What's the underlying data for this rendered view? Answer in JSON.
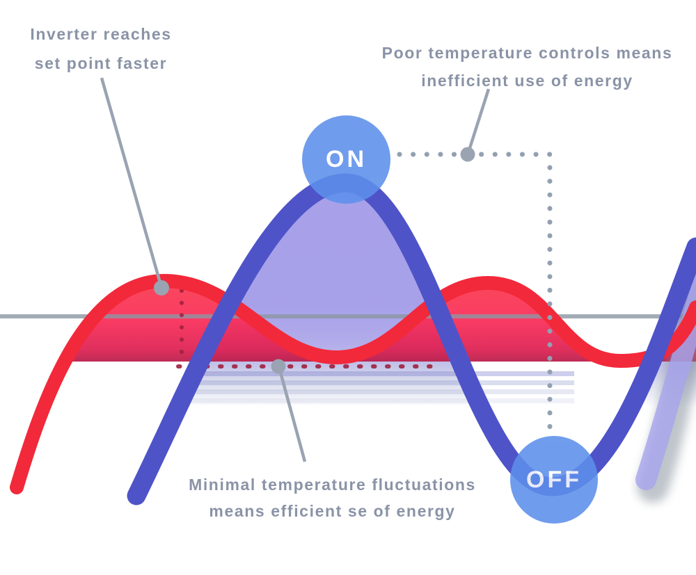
{
  "annotations": {
    "inverter_faster": {
      "line1": "Inverter reaches",
      "line2": "set point faster"
    },
    "poor_controls": {
      "line1": "Poor temperature controls means",
      "line2": "inefficient use of energy"
    },
    "minimal_fluctuations": {
      "line1": "Minimal temperature fluctuations",
      "line2": "means efficient se of energy"
    }
  },
  "badges": {
    "on_label": "ON",
    "off_label": "OFF"
  },
  "colors": {
    "background": "#ffffff",
    "text": "#8a93a6",
    "annotation_line": "#9aa3b2",
    "setpoint_line": "#8c96a2",
    "gray_dots": "#93a0b2",
    "red_curve": "#f2293a",
    "red_dots": "#a02240",
    "blue_curve": "#4f53c8",
    "purple_fill": "#9089e2",
    "pink_fill": "#fa2e57",
    "lavender_echo": "#a8a4ee",
    "shadow_gray": "#7f8a96",
    "badge": "#5d8feb",
    "badge_text": "#ffffff"
  }
}
